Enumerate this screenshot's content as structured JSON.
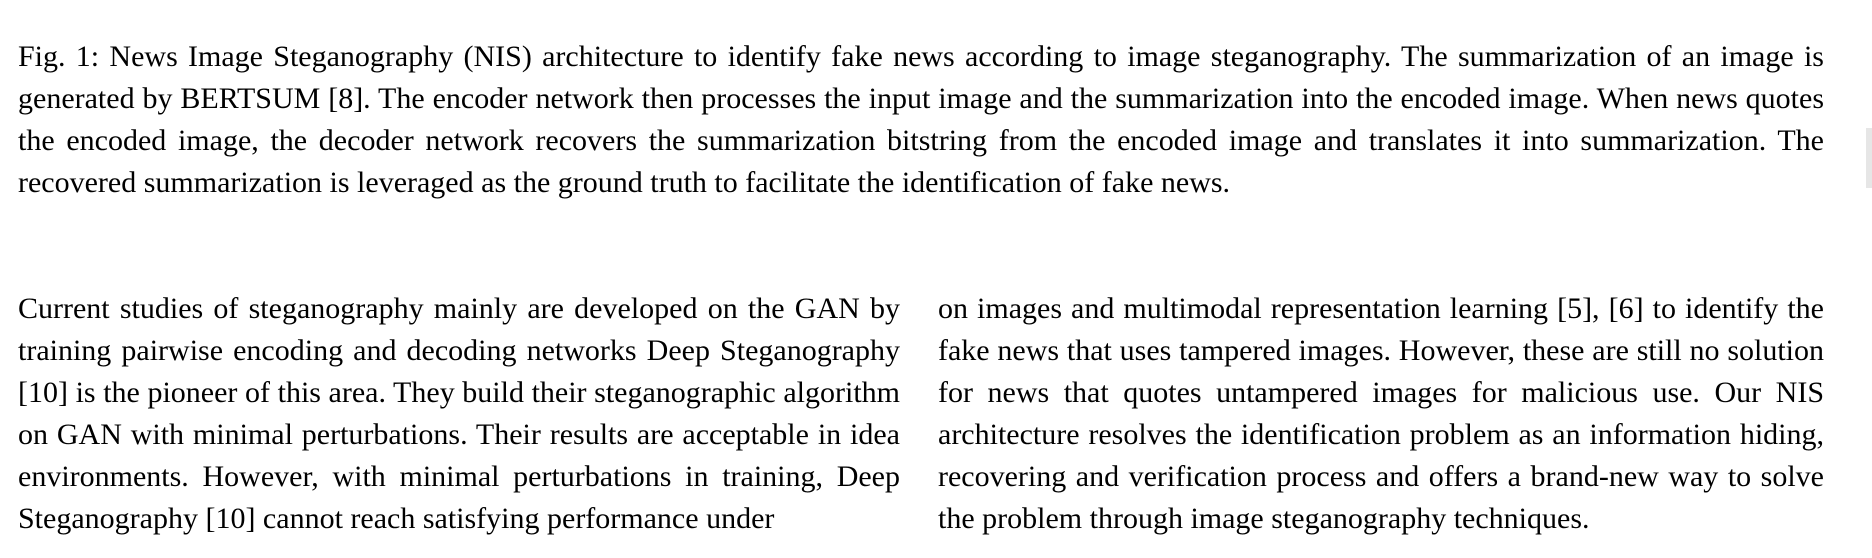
{
  "caption": {
    "text": "Fig. 1: News Image Steganography (NIS) architecture to identify fake news according to image steganography. The summarization of an image is generated by BERTSUM [8]. The encoder network then processes the input image and the summarization into the encoded image. When news quotes the encoded image, the decoder network recovers the summarization bitstring from the encoded image and translates it into summarization. The recovered summarization is leveraged as the ground truth to facilitate the identification of fake news."
  },
  "left_column": {
    "text": "Current studies of steganography mainly are developed on the GAN by training pairwise encoding and decoding networks Deep Steganography [10] is the pioneer of this area. They build their steganographic algorithm on GAN with minimal perturbations. Their results are acceptable in idea environments. However, with minimal perturbations in training, Deep Steganography [10] cannot reach satisfying performance under"
  },
  "right_column": {
    "text": "on images and multimodal representation learning [5], [6] to identify the fake news that uses tampered images. However, these are still no solution for news that quotes untampered images for malicious use. Our NIS architecture resolves the identification problem as an information hiding, recovering and verification process and offers a brand-new way to solve the problem through image steganography techniques."
  }
}
